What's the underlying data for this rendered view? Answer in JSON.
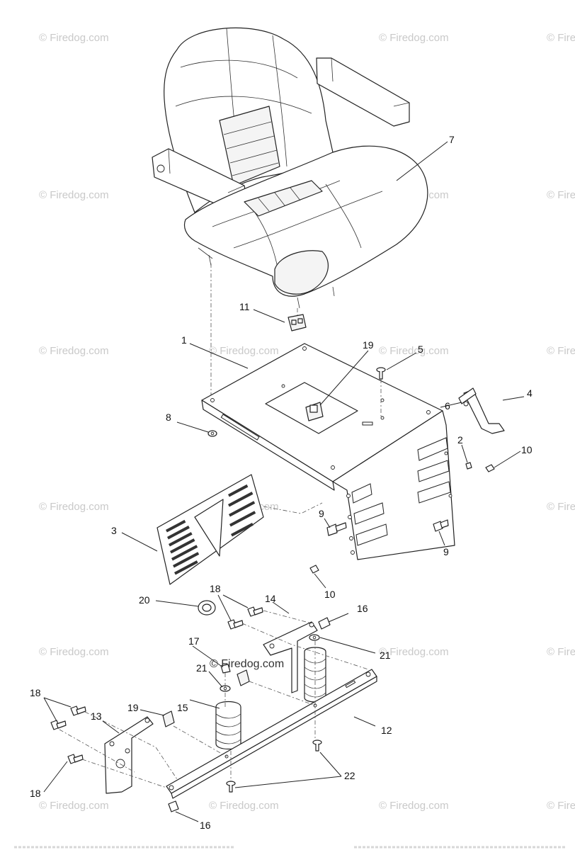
{
  "diagram": {
    "callouts": [
      {
        "id": "c7",
        "text": "7"
      },
      {
        "id": "c11",
        "text": "11"
      },
      {
        "id": "c1",
        "text": "1"
      },
      {
        "id": "c19a",
        "text": "19"
      },
      {
        "id": "c5",
        "text": "5"
      },
      {
        "id": "c4",
        "text": "4"
      },
      {
        "id": "c6",
        "text": "6"
      },
      {
        "id": "c8",
        "text": "8"
      },
      {
        "id": "c2",
        "text": "2"
      },
      {
        "id": "c10a",
        "text": "10"
      },
      {
        "id": "c3",
        "text": "3"
      },
      {
        "id": "c9a",
        "text": "9"
      },
      {
        "id": "c9b",
        "text": "9"
      },
      {
        "id": "c10b",
        "text": "10"
      },
      {
        "id": "c20",
        "text": "20"
      },
      {
        "id": "c18a",
        "text": "18"
      },
      {
        "id": "c14",
        "text": "14"
      },
      {
        "id": "c16a",
        "text": "16"
      },
      {
        "id": "c21a",
        "text": "21"
      },
      {
        "id": "c17",
        "text": "17"
      },
      {
        "id": "c21b",
        "text": "21"
      },
      {
        "id": "c15",
        "text": "15"
      },
      {
        "id": "c12",
        "text": "12"
      },
      {
        "id": "c18b",
        "text": "18"
      },
      {
        "id": "c13",
        "text": "13"
      },
      {
        "id": "c19b",
        "text": "19"
      },
      {
        "id": "c18c",
        "text": "18"
      },
      {
        "id": "c22",
        "text": "22"
      },
      {
        "id": "c16b",
        "text": "16"
      }
    ],
    "watermark": "© Firedog.com",
    "center_watermark": "© Firedog.com"
  }
}
